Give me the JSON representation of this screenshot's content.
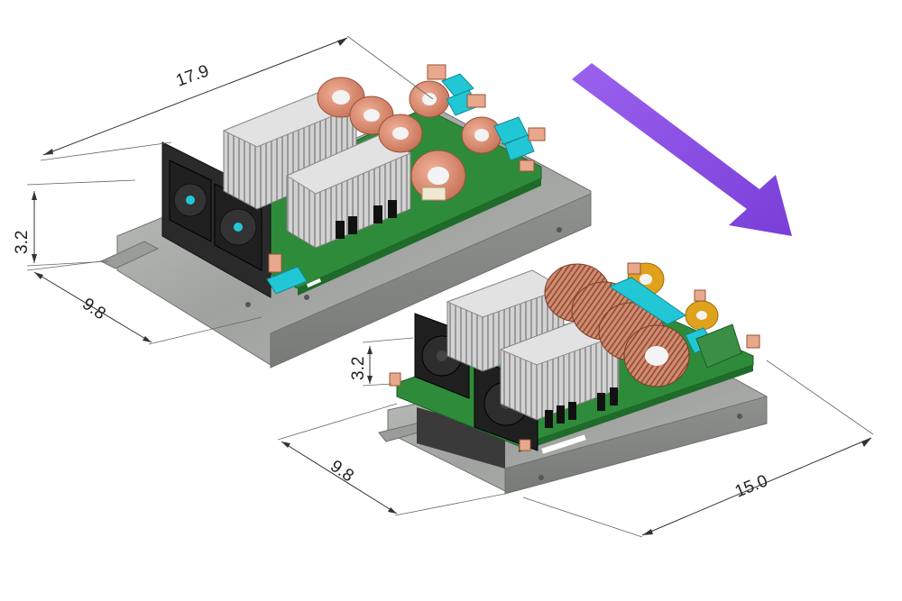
{
  "dimensions": {
    "large_length": "17.9",
    "large_height": "3.2",
    "large_depth": "9.8",
    "small_height": "3.2",
    "small_depth": "9.8",
    "small_length": "15.0"
  },
  "colors": {
    "arrow": "#8a4fe6",
    "pcb": "#2e8b3a",
    "copper": "#d98a6c",
    "heatsink": "#c9c9c9",
    "chassis": "#a7a9a6",
    "fan": "#1f1f1f",
    "cyan": "#22c7d6",
    "yellow": "#e0a21c"
  },
  "icons": [
    "transition-arrow",
    "cooling-fan",
    "toroid-inductor",
    "heatsink"
  ]
}
